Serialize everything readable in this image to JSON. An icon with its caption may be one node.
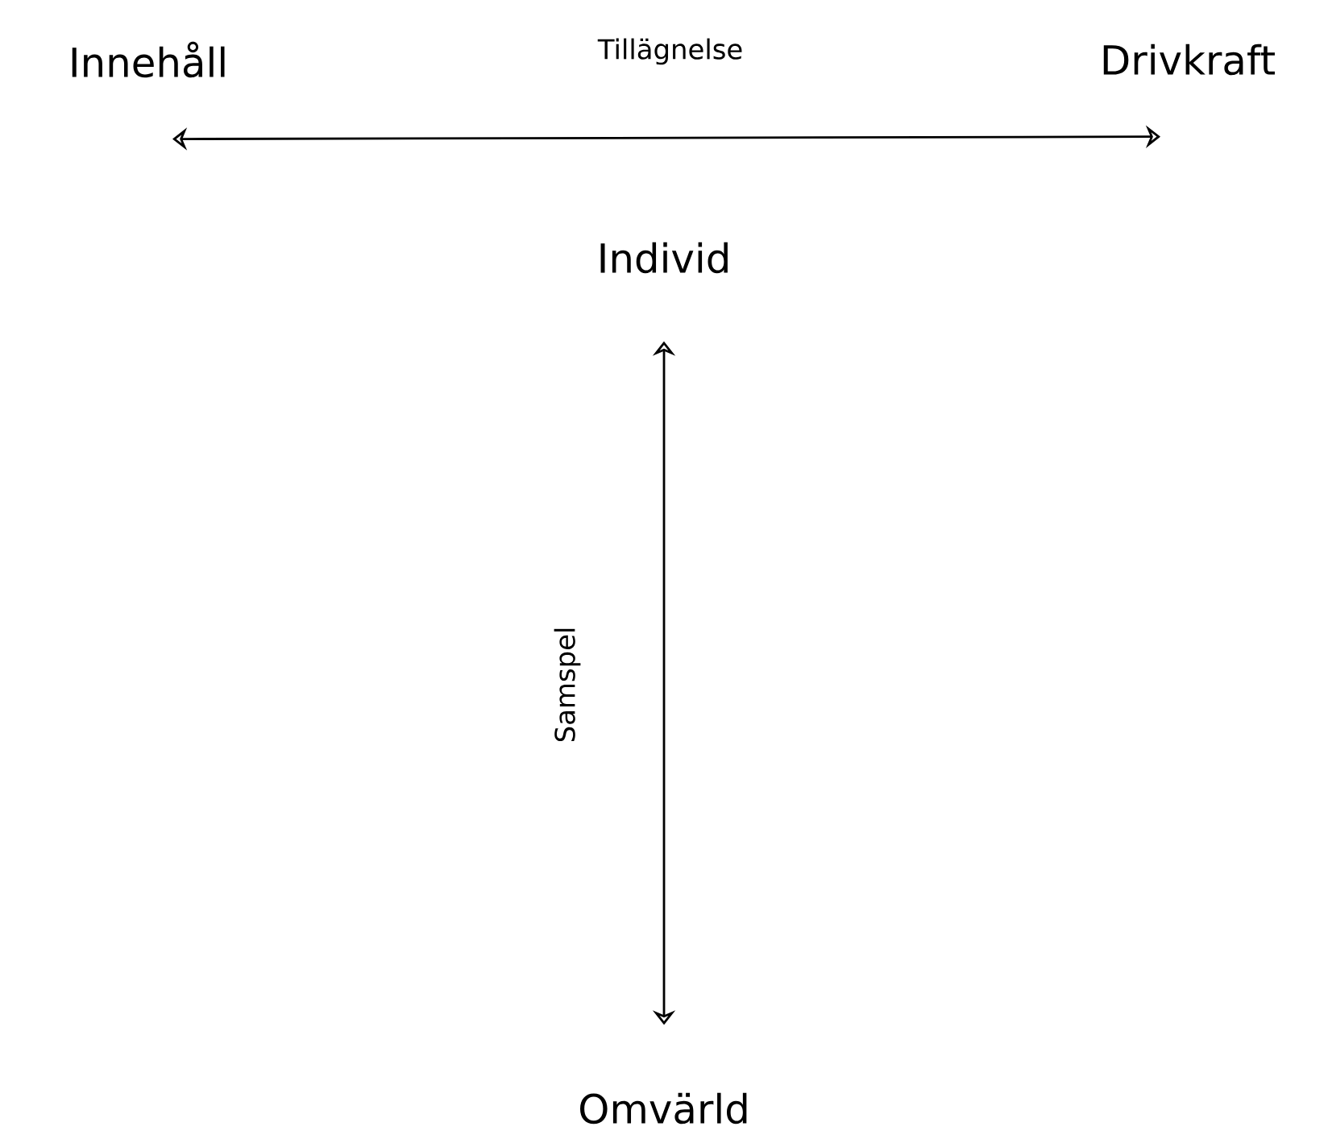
{
  "diagram": {
    "nodes": [
      {
        "text": [
          "Innehåll"
        ]
      },
      {
        "text": [
          "Drivkraft"
        ]
      },
      {
        "text": [
          "Individ"
        ]
      },
      {
        "text": [
          "Omvärld"
        ]
      }
    ],
    "edges": [
      {
        "from": 0,
        "to": 1,
        "arrow": "both",
        "label": "Tillägnelse"
      },
      {
        "from": 2,
        "to": 3,
        "arrow": "both",
        "label": "Samspel"
      }
    ]
  }
}
